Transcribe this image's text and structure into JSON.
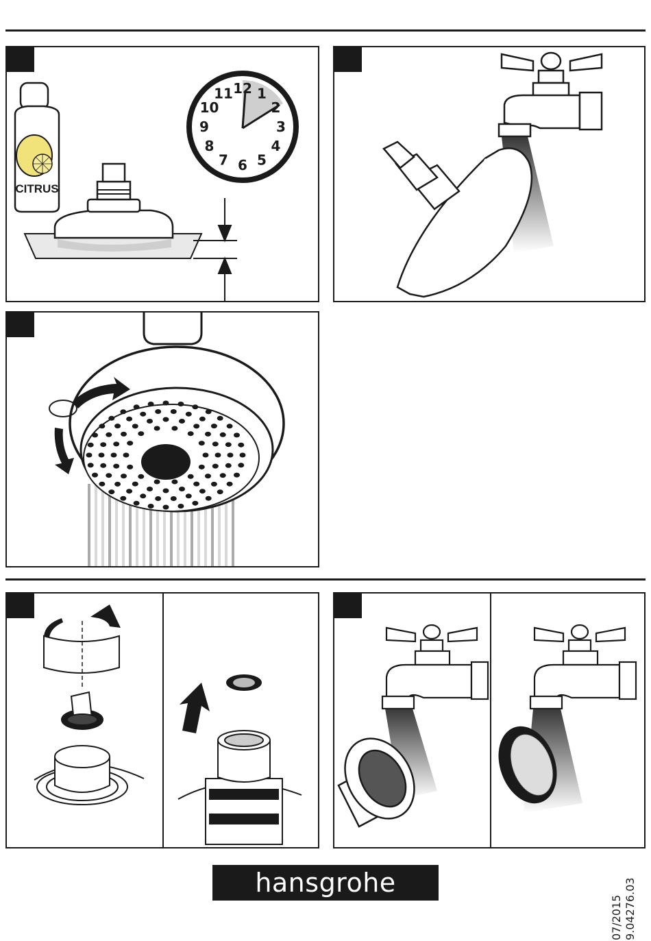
{
  "brand": {
    "name": "hansgrohe"
  },
  "panel1": {
    "bottle_label": "CITRUS",
    "clock_numbers": [
      "12",
      "1",
      "2",
      "3",
      "4",
      "5",
      "6",
      "7",
      "8",
      "9",
      "10",
      "11"
    ]
  },
  "doc_info": {
    "date": "07/2015",
    "number": "9.04276.03"
  },
  "colors": {
    "ink": "#1a1a1a",
    "lemon": "#f2e27a",
    "water": "#e6e6e6"
  }
}
